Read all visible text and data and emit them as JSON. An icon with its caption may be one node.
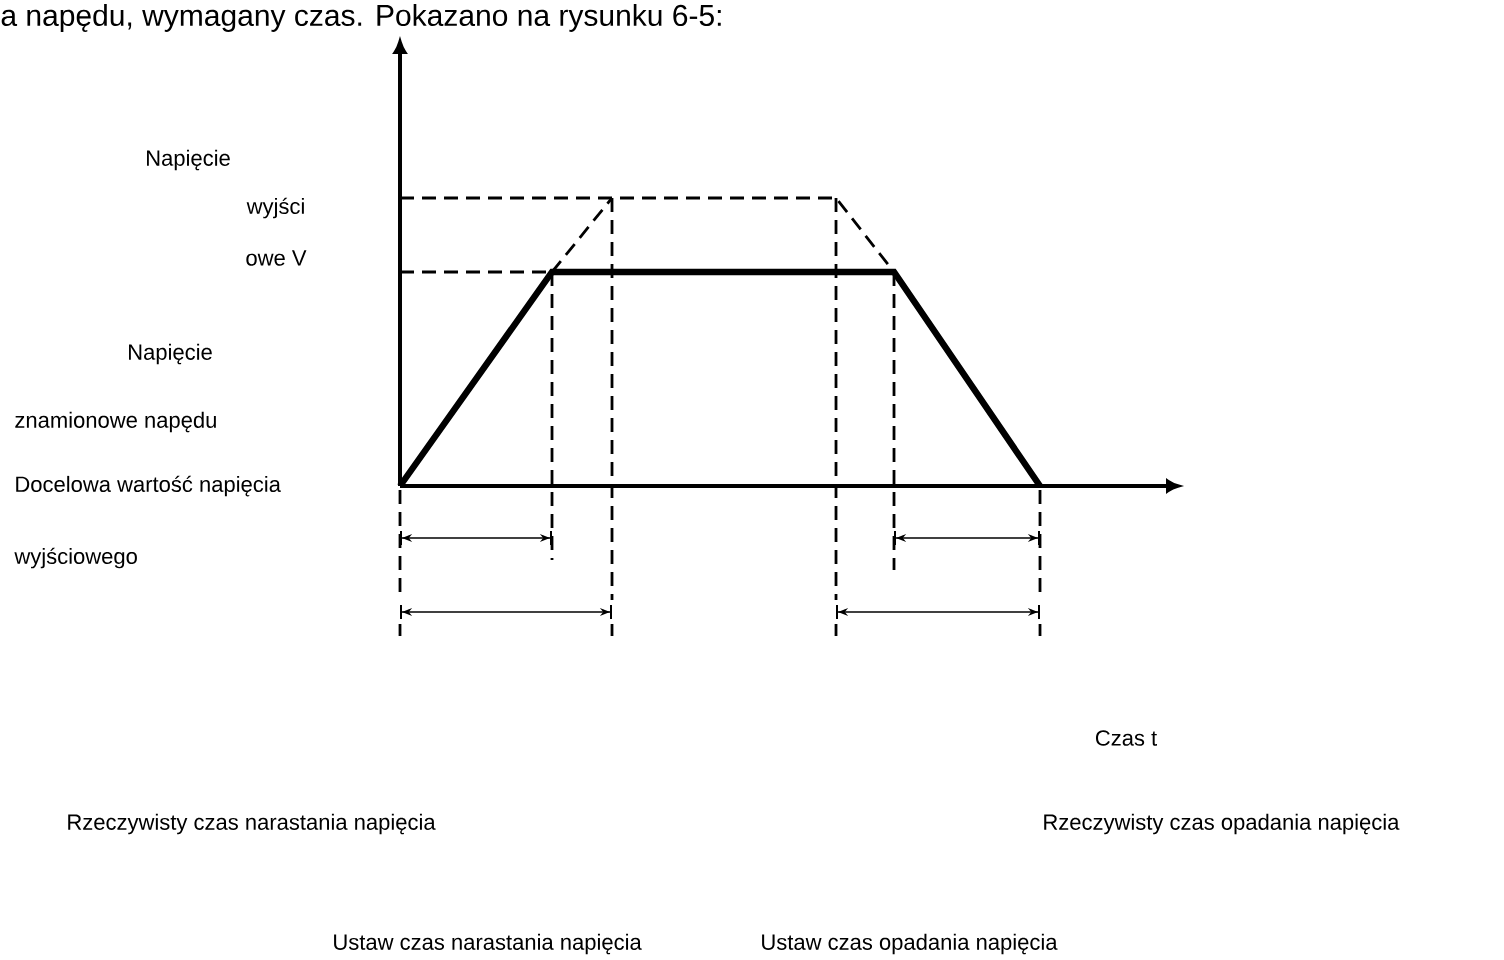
{
  "diagram": {
    "labels": [
      "a napędu, wymagany czas. Pokazano na rysunku 6-5:",
      "Napięcie",
      "wyjści",
      "owe V",
      "Napięcie",
      "znamionowe napędu",
      "Docelowa wartość napięcia",
      "wyjściowego",
      "Czas t",
      "Rzeczywisty czas narastania napięcia",
      "Rzeczywisty czas opadania napięcia",
      "Ustaw czas narastania napięcia",
      "Ustaw czas opadania napięcia"
    ]
  }
}
